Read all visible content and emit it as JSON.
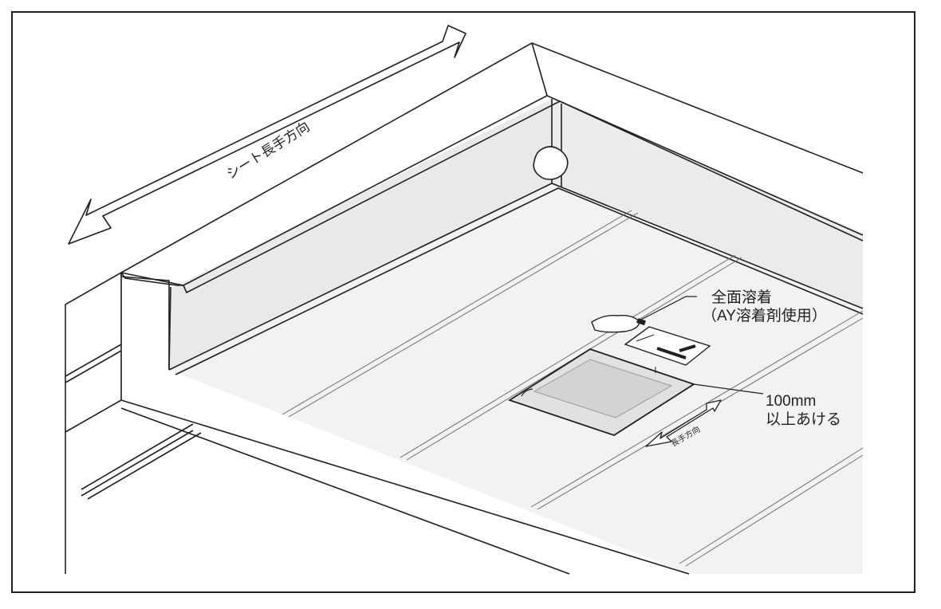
{
  "figure": {
    "sheet_direction_label": "シート長手方向",
    "callout_weld": {
      "line1": "全面溶着",
      "line2": "（AY溶着剤使用）"
    },
    "callout_overlap": {
      "line1": "100mm",
      "line2": "以上あける"
    },
    "patch_direction_label": "長手方向"
  },
  "colors": {
    "line": "#231f20",
    "floor": "#f2f2f2",
    "wall": "#ececec",
    "patch": "#e0e0e0",
    "patch_inner": "#d3d3d3"
  }
}
